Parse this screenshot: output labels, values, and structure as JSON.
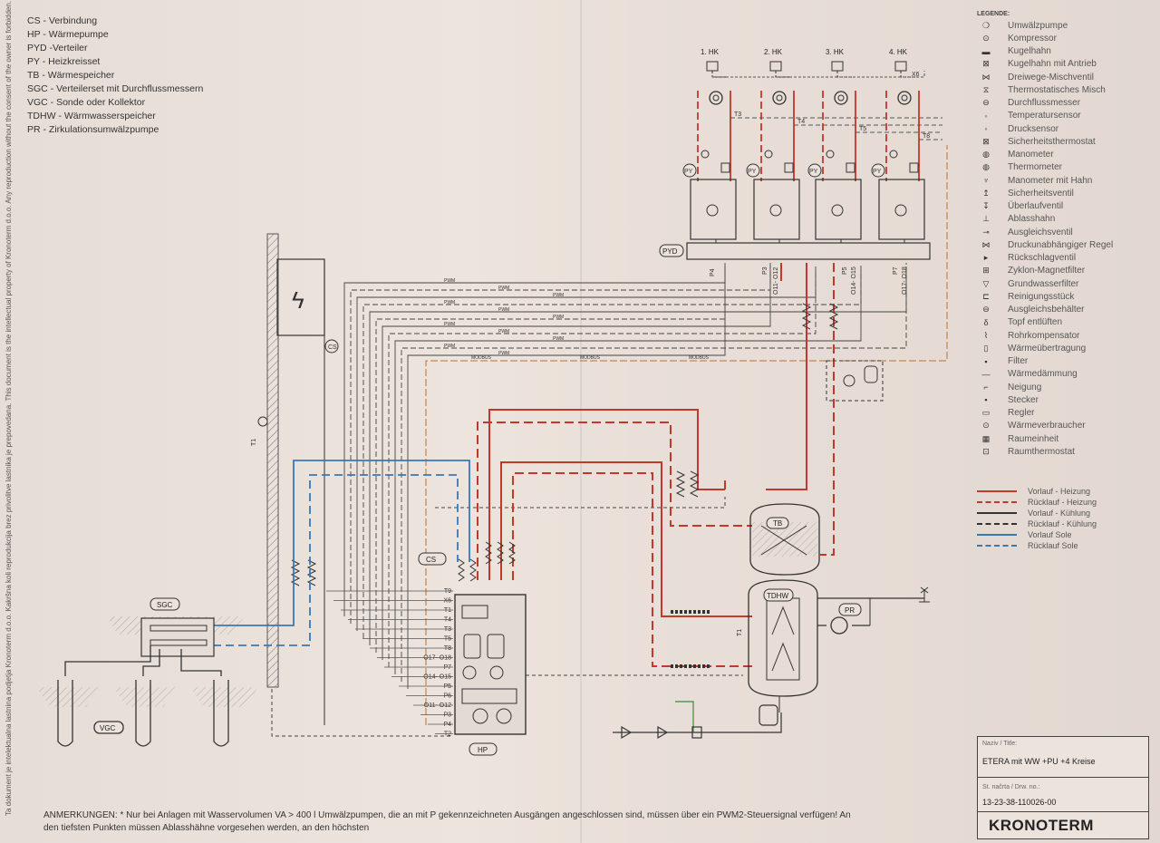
{
  "abbreviations": [
    "CS - Verbindung",
    "HP - Wärmepumpe",
    "PYD -Verteiler",
    "PY - Heizkreisset",
    "TB - Wärmespeicher",
    "SGC - Verteilerset mit Durchflussmessern",
    "VGC - Sonde oder Kollektor",
    "TDHW - Wärmwasserspeicher",
    "PR - Zirkulationsumwälzpumpe"
  ],
  "legend": {
    "title": "LEGENDE:",
    "items": [
      {
        "icon": "❍",
        "label": "Umwälzpumpe"
      },
      {
        "icon": "⊙",
        "label": "Kompressor"
      },
      {
        "icon": "▬",
        "label": "Kugelhahn"
      },
      {
        "icon": "⊠",
        "label": "Kugelhahn mit Antrieb"
      },
      {
        "icon": "⋈",
        "label": "Dreiwege-Mischventil"
      },
      {
        "icon": "⧖",
        "label": "Thermostatisches Misch"
      },
      {
        "icon": "⊖",
        "label": "Durchflussmesser"
      },
      {
        "icon": "◦",
        "label": "Temperatursensor"
      },
      {
        "icon": "◦",
        "label": "Drucksensor"
      },
      {
        "icon": "⊠",
        "label": "Sicherheitsthermostat"
      },
      {
        "icon": "◍",
        "label": "Manometer"
      },
      {
        "icon": "◍",
        "label": "Thermometer"
      },
      {
        "icon": "♆",
        "label": "Manometer mit Hahn"
      },
      {
        "icon": "↥",
        "label": "Sicherheitsventil"
      },
      {
        "icon": "↧",
        "label": "Überlaufventil"
      },
      {
        "icon": "⊥",
        "label": "Ablasshahn"
      },
      {
        "icon": "⊸",
        "label": "Ausgleichsventil"
      },
      {
        "icon": "⋈",
        "label": "Druckunabhängiger Regel"
      },
      {
        "icon": "▸",
        "label": "Rückschlagventil"
      },
      {
        "icon": "⊞",
        "label": "Zyklon-Magnetfilter"
      },
      {
        "icon": "▽",
        "label": "Grundwasserfilter"
      },
      {
        "icon": "⊏",
        "label": "Reinigungsstück"
      },
      {
        "icon": "⊖",
        "label": "Ausgleichsbehälter"
      },
      {
        "icon": "δ",
        "label": "Topf entlüften"
      },
      {
        "icon": "⌇",
        "label": "Rohrkompensator"
      },
      {
        "icon": "▯",
        "label": "Wärmeübertragung"
      },
      {
        "icon": "▪",
        "label": "Filter"
      },
      {
        "icon": "—",
        "label": "Wärmedämmung"
      },
      {
        "icon": "⌐",
        "label": "Neigung"
      },
      {
        "icon": "▪",
        "label": "Stecker"
      },
      {
        "icon": "▭",
        "label": "Regler"
      },
      {
        "icon": "⊙",
        "label": "Wärmeverbraucher"
      },
      {
        "icon": "▦",
        "label": "Raumeinheit"
      },
      {
        "icon": "⊡",
        "label": "Raumthermostat"
      }
    ],
    "line_types": [
      {
        "label": "Vorlauf - Heizung",
        "color": "#c0392b",
        "style": "solid"
      },
      {
        "label": "Rücklauf - Heizung",
        "color": "#c0392b",
        "style": "dashed"
      },
      {
        "label": "Vorlauf - Kühlung",
        "color": "#333333",
        "style": "solid"
      },
      {
        "label": "Rücklauf - Kühlung",
        "color": "#333333",
        "style": "dashed"
      },
      {
        "label": "Vorlauf Sole",
        "color": "#3a78b5",
        "style": "solid"
      },
      {
        "label": "Rücklauf Sole",
        "color": "#3a78b5",
        "style": "dashed"
      }
    ]
  },
  "diagram": {
    "circuits": [
      "1. HK",
      "2. HK",
      "3. HK",
      "4. HK"
    ],
    "component_tags": {
      "py": "PY",
      "pyd": "PYD",
      "tb": "TB",
      "tdhw": "TDHW",
      "pr": "PR",
      "hp": "HP",
      "cs": "CS",
      "sgc": "SGC",
      "vgc": "VGC"
    },
    "cable_label": "PWM",
    "modbus_label": "MODBUS",
    "hp_terminals": [
      "T9",
      "X6",
      "T1",
      "T4",
      "T3",
      "T5",
      "T8",
      "O17- O18",
      "P7",
      "O14- O15",
      "P5",
      "P6",
      "O11- O12",
      "P3",
      "P4",
      "T2"
    ],
    "pyd_ports": [
      "P4",
      "P3",
      "O11- O12",
      "P5",
      "O14- O15",
      "P7",
      "O17- O18"
    ],
    "hk_sensors": [
      "T3",
      "T4",
      "T5",
      "T8"
    ],
    "tdhw_sensor": "T1",
    "wall_sensor": "T1",
    "socket_label": "X6"
  },
  "title_block": {
    "name_label": "Naziv / Title:",
    "name": "ETERA mit WW +PU +4 Kreise",
    "drawing_label": "St. načrta / Drw. no.:",
    "drawing_no": "13-23-38-110026-00",
    "brand": "KRONOTERM"
  },
  "notes": "ANMERKUNGEN: * Nur bei Anlagen mit Wasservolumen VA > 400 l Umwälzpumpen, die an mit P gekennzeichneten Ausgängen angeschlossen sind, müssen über ein PWM2-Steuersignal verfügen! An den tiefsten Punkten müssen Ablasshähne vorgesehen werden, an den höchsten",
  "copyright": "Ta dokument je intelektualna lastnina podjetja Kronoterm d.o.o. Kakršna koli reprodukcija brez privolitve lastnika je prepovedana. This document is the intellectual property of Kronoterm d.o.o. Any reproduction without the consent of the owner is forbidden. We reserve the rights to changes without prior notice.",
  "colors": {
    "heating": "#c0392b",
    "brine": "#3a78b5",
    "cooling": "#333333",
    "paper": "#ebe2db"
  }
}
